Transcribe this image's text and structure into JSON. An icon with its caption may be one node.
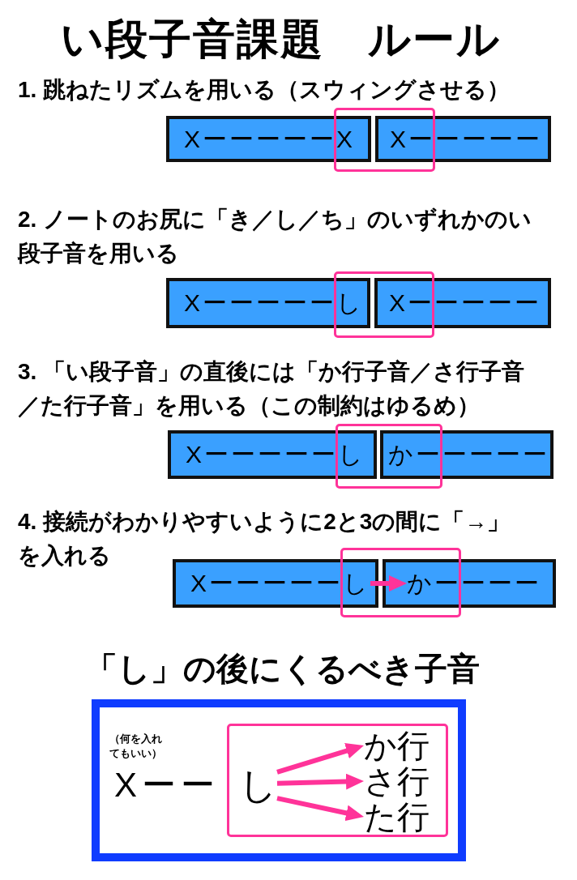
{
  "diagram": {
    "title": "い段子音課題　ルール",
    "nodes": [
      {
        "text": [
          "XーーーーーX"
        ]
      },
      {
        "text": [
          "Xーーーーー"
        ]
      },
      {
        "text": [
          "Xーーーーーし"
        ]
      },
      {
        "text": [
          "Xーーーーー"
        ]
      },
      {
        "text": [
          "Xーーーーーし"
        ]
      },
      {
        "text": [
          "かーーーーー"
        ]
      },
      {
        "text": [
          "Xーーーーー"
        ]
      },
      {
        "text": [
          "し"
        ],
        "in": 6
      },
      {
        "text": [
          "ーーーー"
        ]
      },
      {
        "text": [
          "か"
        ],
        "in": 8
      },
      {
        "text": [
          "（何を入れてもいい）",
          "Xーー"
        ]
      },
      {
        "text": [],
        "shape": "box",
        "in": 10
      },
      {
        "text": [
          "し"
        ],
        "in": 11
      },
      {
        "text": [
          "か行"
        ],
        "in": 11
      },
      {
        "text": [
          "さ行"
        ],
        "in": 11
      },
      {
        "text": [
          "た行"
        ],
        "in": 11
      }
    ],
    "edges": [
      {
        "from": 7,
        "to": 9,
        "arrow": "to"
      },
      {
        "from": 12,
        "to": 13,
        "arrow": "to"
      },
      {
        "from": 12,
        "to": 14,
        "arrow": "to"
      },
      {
        "from": 12,
        "to": 15,
        "arrow": "to"
      }
    ],
    "labels": [
      "1. 跳ねたリズムを用いる（スウィングさせる）",
      "2. ノートのお尻に「き／し／ち」のいずれかのい段子音を用いる",
      "3. 「い段子音」の直後には「か行子音／さ行子音／た行子音」を用いる（この制約はゆるめ）",
      "4. 接続がわかりやすいように2と3の間に「→」を入れる",
      "「し」の後にくるべき子音"
    ]
  }
}
